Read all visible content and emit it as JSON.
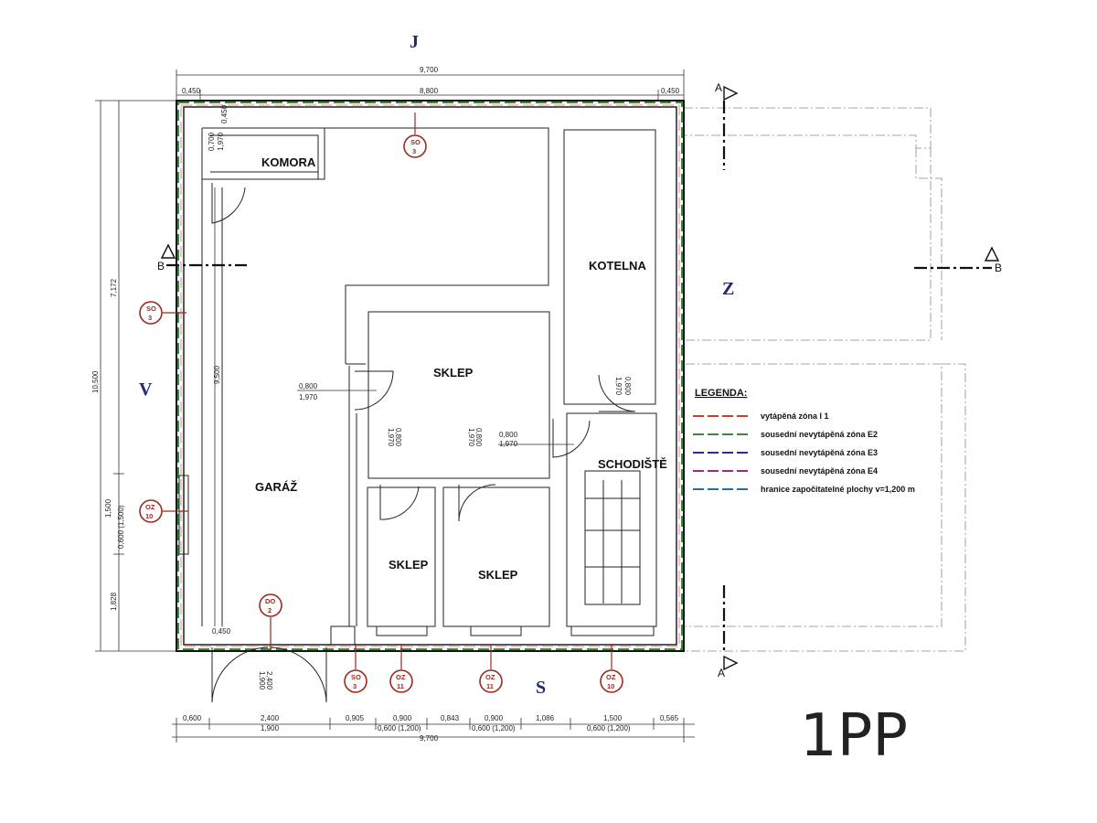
{
  "directions": {
    "north": "J",
    "south": "S",
    "west": "V",
    "east": "Z"
  },
  "floor_label": "1PP",
  "rooms": {
    "komora": "KOMORA",
    "kotelna": "KOTELNA",
    "sklep_main": "SKLEP",
    "sklep_left": "SKLEP",
    "sklep_right": "SKLEP",
    "schodiste": "SCHODIŠTĚ",
    "garaz": "GARÁŽ"
  },
  "sections": {
    "a": "A",
    "b": "B"
  },
  "dimensions": {
    "top_total": "9,700",
    "top_left": "0,450",
    "top_mid": "8,800",
    "top_right": "0,450",
    "left_total": "10,500",
    "left_upper": "7,172",
    "left_win": "1,500",
    "left_win2": "0,600 (1,500)",
    "left_lower": "1,828",
    "inner_950": "9,500",
    "komora_w": "0,700",
    "komora_h": "1,970",
    "top_450": "0,450",
    "bottom_450": "0,450",
    "door_sklep_w": "0,800",
    "door_sklep_h": "1,970",
    "door_schod_w": "0,800",
    "door_schod_h": "1,970",
    "door_kotelna": "0,800",
    "door_kotelna2": "1,970",
    "door_s1a": "0,800",
    "door_s1b": "1,970",
    "door_s2a": "0,800",
    "door_s2b": "1,970",
    "garage_door_a": "2,400",
    "garage_door_b": "1,900",
    "b1": "0,600",
    "b2": "2,400",
    "b3": "0,905",
    "b4": "0,900",
    "b5": "0,843",
    "b6": "0,900",
    "b7": "1,086",
    "b8": "1,500",
    "b9": "0,565",
    "c2": "1,900",
    "c4": "0,600 (1,200)",
    "c6": "0,600 (1,200)",
    "c8": "0,600 (1,200)",
    "bottom_total": "9,700"
  },
  "tags": {
    "so3_top": {
      "code": "SO",
      "num": "3"
    },
    "so3_left": {
      "code": "SO",
      "num": "3"
    },
    "oz10_left": {
      "code": "OZ",
      "num": "10"
    },
    "do2": {
      "code": "DO",
      "num": "2"
    },
    "so3_bottom": {
      "code": "SO",
      "num": "3"
    },
    "oz11_a": {
      "code": "OZ",
      "num": "11"
    },
    "oz11_b": {
      "code": "OZ",
      "num": "11"
    },
    "oz10_bottom": {
      "code": "OZ",
      "num": "10"
    }
  },
  "legend": {
    "title": "LEGENDA:",
    "items": [
      {
        "label": "vytápěná zóna I 1",
        "color": "#d23a2a"
      },
      {
        "label": "sousední nevytápěná zóna E2",
        "color": "#3a8a3a"
      },
      {
        "label": "sousední nevytápěná zóna E3",
        "color": "#2a2a9a"
      },
      {
        "label": "sousední nevytápěná zóna E4",
        "color": "#9a2a8a"
      },
      {
        "label": "hranice započitatelné plochy v=1,200 m",
        "color": "#2a6aa0"
      }
    ]
  }
}
